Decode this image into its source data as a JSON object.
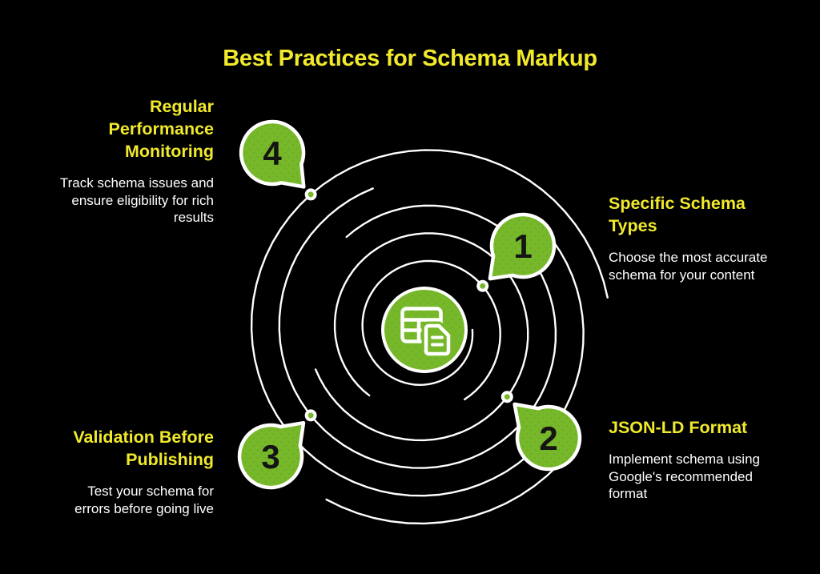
{
  "infographic": {
    "title": "Best Practices for Schema Markup",
    "center_icon": "schema-table-with-document",
    "colors": {
      "background": "#000000",
      "accent_green": "#76b82a",
      "accent_green_dark": "#639f1f",
      "accent_yellow": "#f0e92c",
      "line_white": "#ffffff",
      "number_black": "#141414"
    },
    "steps": [
      {
        "number": "1",
        "title": "Specific Schema\nTypes",
        "description": "Choose the most accurate\nschema for your content"
      },
      {
        "number": "2",
        "title": "JSON-LD Format",
        "description": "Implement schema using\nGoogle's recommended\nformat"
      },
      {
        "number": "3",
        "title": "Validation Before\nPublishing",
        "description": "Test your schema for\nerrors before going live"
      },
      {
        "number": "4",
        "title": "Regular\nPerformance\nMonitoring",
        "description": "Track schema issues and\nensure eligibility for rich\nresults"
      }
    ]
  }
}
